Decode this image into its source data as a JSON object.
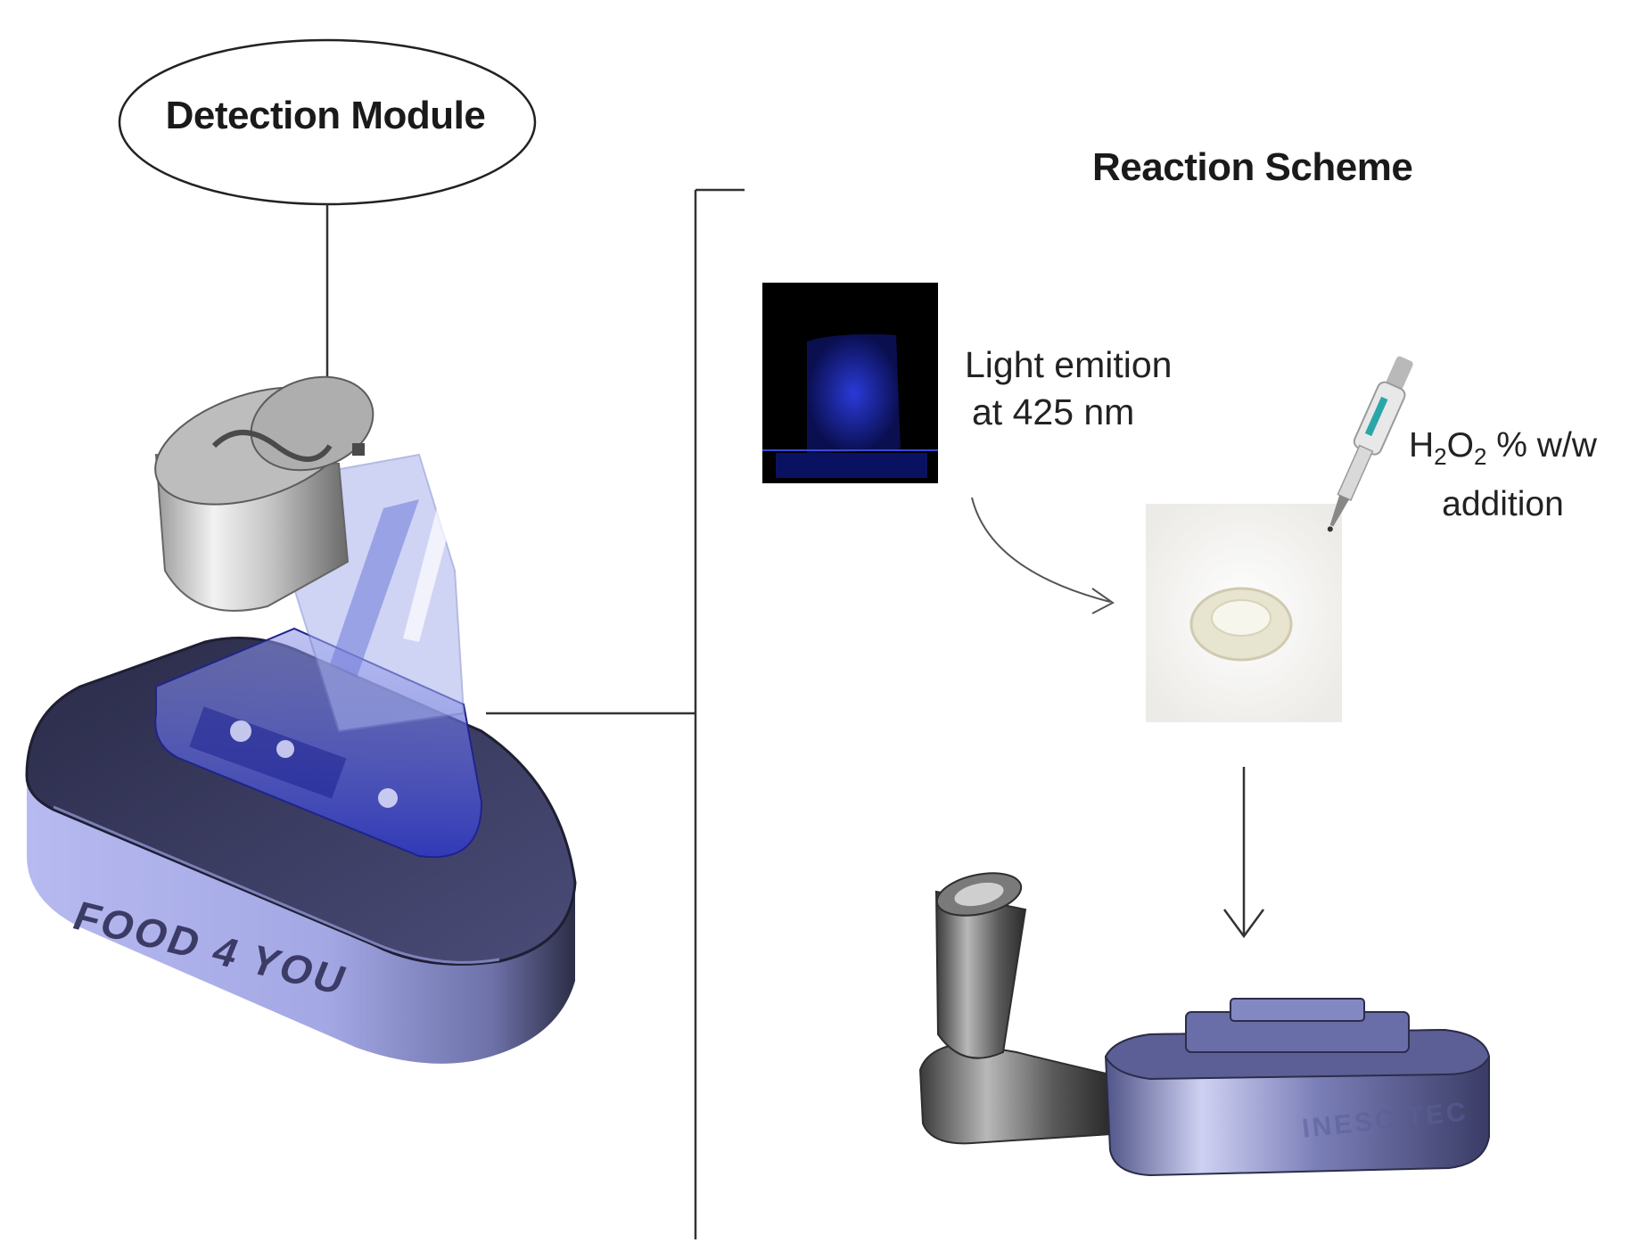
{
  "detection_module": {
    "label": "Detection Module"
  },
  "reaction_scheme": {
    "title": "Reaction Scheme",
    "light_emission": {
      "line1": "Light emition",
      "line2": "at 425 nm"
    },
    "reagent": {
      "formula_h": "H",
      "formula_sub2a": "2",
      "formula_o": "O",
      "formula_sub2b": "2",
      "formula_rest": " % w/w",
      "line2": "addition"
    }
  },
  "device_brands": {
    "food4you": "FOOD 4 YOU",
    "inesctec": "INESC TEC"
  },
  "colors": {
    "device_body": "#9fa3de",
    "device_top": "#34355a",
    "chamber_blue": "#3f47c8",
    "emission_blue": "#1c2fb0",
    "pipette_accent": "#2aa6a8"
  }
}
